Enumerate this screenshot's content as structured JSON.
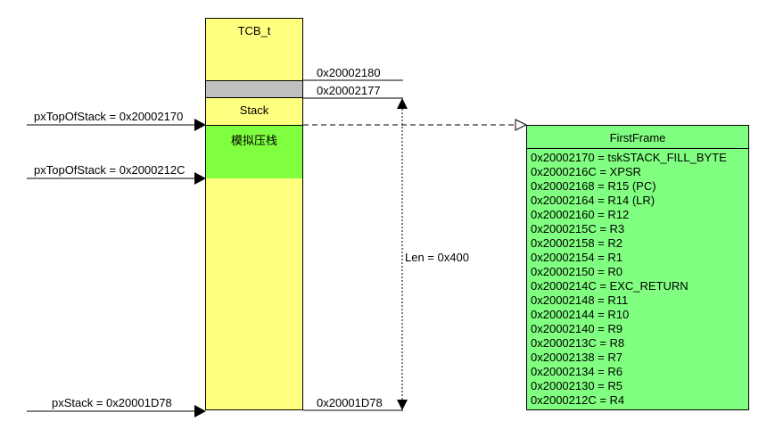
{
  "blocks": {
    "tcb": "TCB_t",
    "stack": "Stack",
    "simulated_push": "模拟压栈"
  },
  "pointers": {
    "px_top_of_stack_1": "pxTopOfStack = 0x20002170",
    "px_top_of_stack_2": "pxTopOfStack = 0x2000212C",
    "px_stack": "pxStack = 0x20001D78"
  },
  "addresses": {
    "a1": "0x20002180",
    "a2": "0x20002177",
    "a3": "0x20001D78"
  },
  "length_label": "Len = 0x400",
  "first_frame": {
    "title": "FirstFrame",
    "entries": [
      "0x20002170 = tskSTACK_FILL_BYTE",
      "0x2000216C = XPSR",
      "0x20002168 = R15 (PC)",
      "0x20002164 = R14 (LR)",
      "0x20002160 = R12",
      "0x2000215C = R3",
      "0x20002158 = R2",
      "0x20002154 = R1",
      "0x20002150 = R0",
      "0x2000214C = EXC_RETURN",
      "0x20002148 = R11",
      "0x20002144 = R10",
      "0x20002140 = R9",
      "0x2000213C = R8",
      "0x20002138 = R7",
      "0x20002134 = R6",
      "0x20002130 = R5",
      "0x2000212C = R4"
    ]
  },
  "colors": {
    "stack_fill": "#ffff80",
    "simulated_push_fill": "#80ff40",
    "gap_fill": "#c0c0c0",
    "first_frame_fill": "#80ff80"
  }
}
